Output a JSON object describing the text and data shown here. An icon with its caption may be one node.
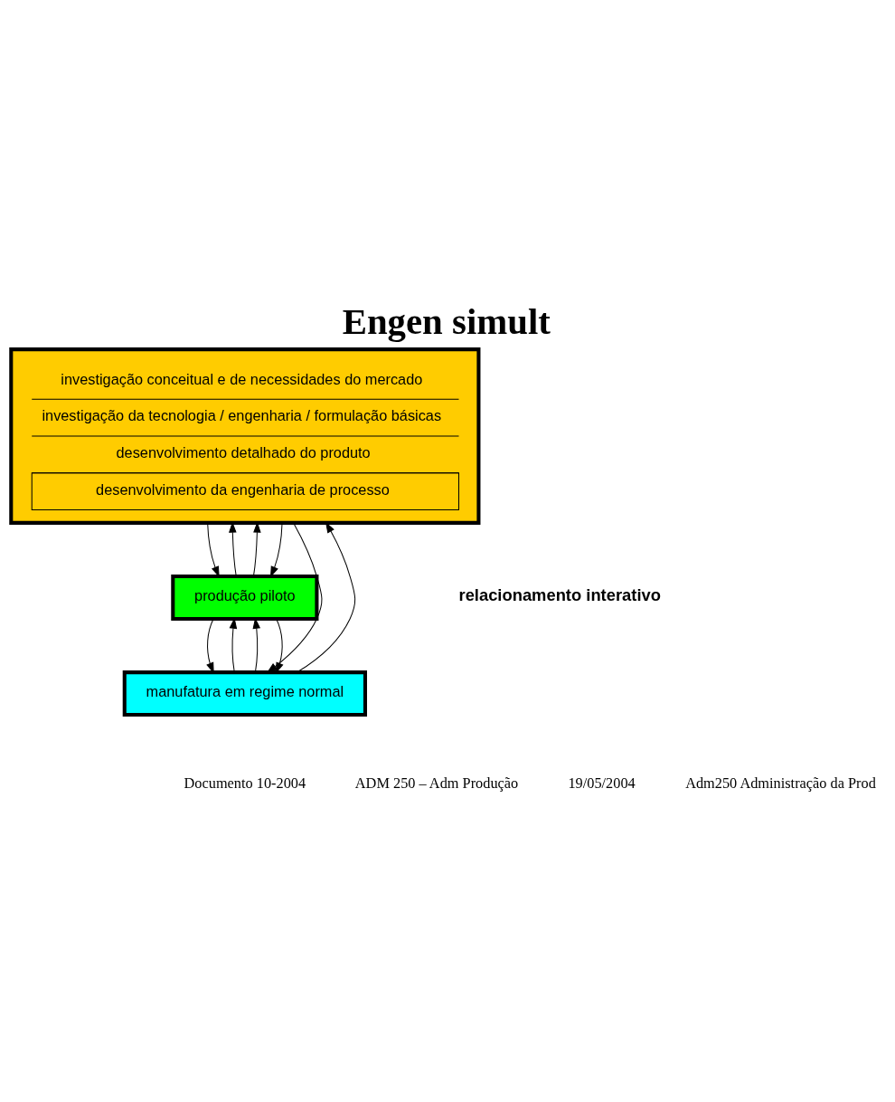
{
  "diagram": {
    "title": "Engen simult",
    "nodes": [
      {
        "text": [
          "investigação conceitual e de necessidades do mercado",
          "investigação da tecnologia / engenharia / formulação básicas",
          "desenvolvimento detalhado do produto",
          "desenvolvimento da engenharia de processo"
        ]
      },
      {
        "text": [
          "produção piloto"
        ]
      },
      {
        "text": [
          "manufatura em regime normal"
        ]
      }
    ],
    "edges": [
      {
        "from": 1,
        "to": 0,
        "arrow": "to"
      },
      {
        "from": 0,
        "to": 1,
        "arrow": "to"
      },
      {
        "from": 1,
        "to": 0,
        "arrow": "to"
      },
      {
        "from": 0,
        "to": 1,
        "arrow": "to"
      },
      {
        "from": 2,
        "to": 1,
        "arrow": "to"
      },
      {
        "from": 1,
        "to": 2,
        "arrow": "to"
      },
      {
        "from": 2,
        "to": 1,
        "arrow": "to"
      },
      {
        "from": 1,
        "to": 2,
        "arrow": "to"
      },
      {
        "from": 0,
        "to": 2,
        "arrow": "to"
      },
      {
        "from": 2,
        "to": 0,
        "arrow": "to"
      }
    ],
    "labels": [
      "relacionamento interativo",
      "Documento 10-2004",
      "ADM 250 – Adm Produção",
      "19/05/2004",
      "Adm250 Administração da Prod"
    ]
  }
}
